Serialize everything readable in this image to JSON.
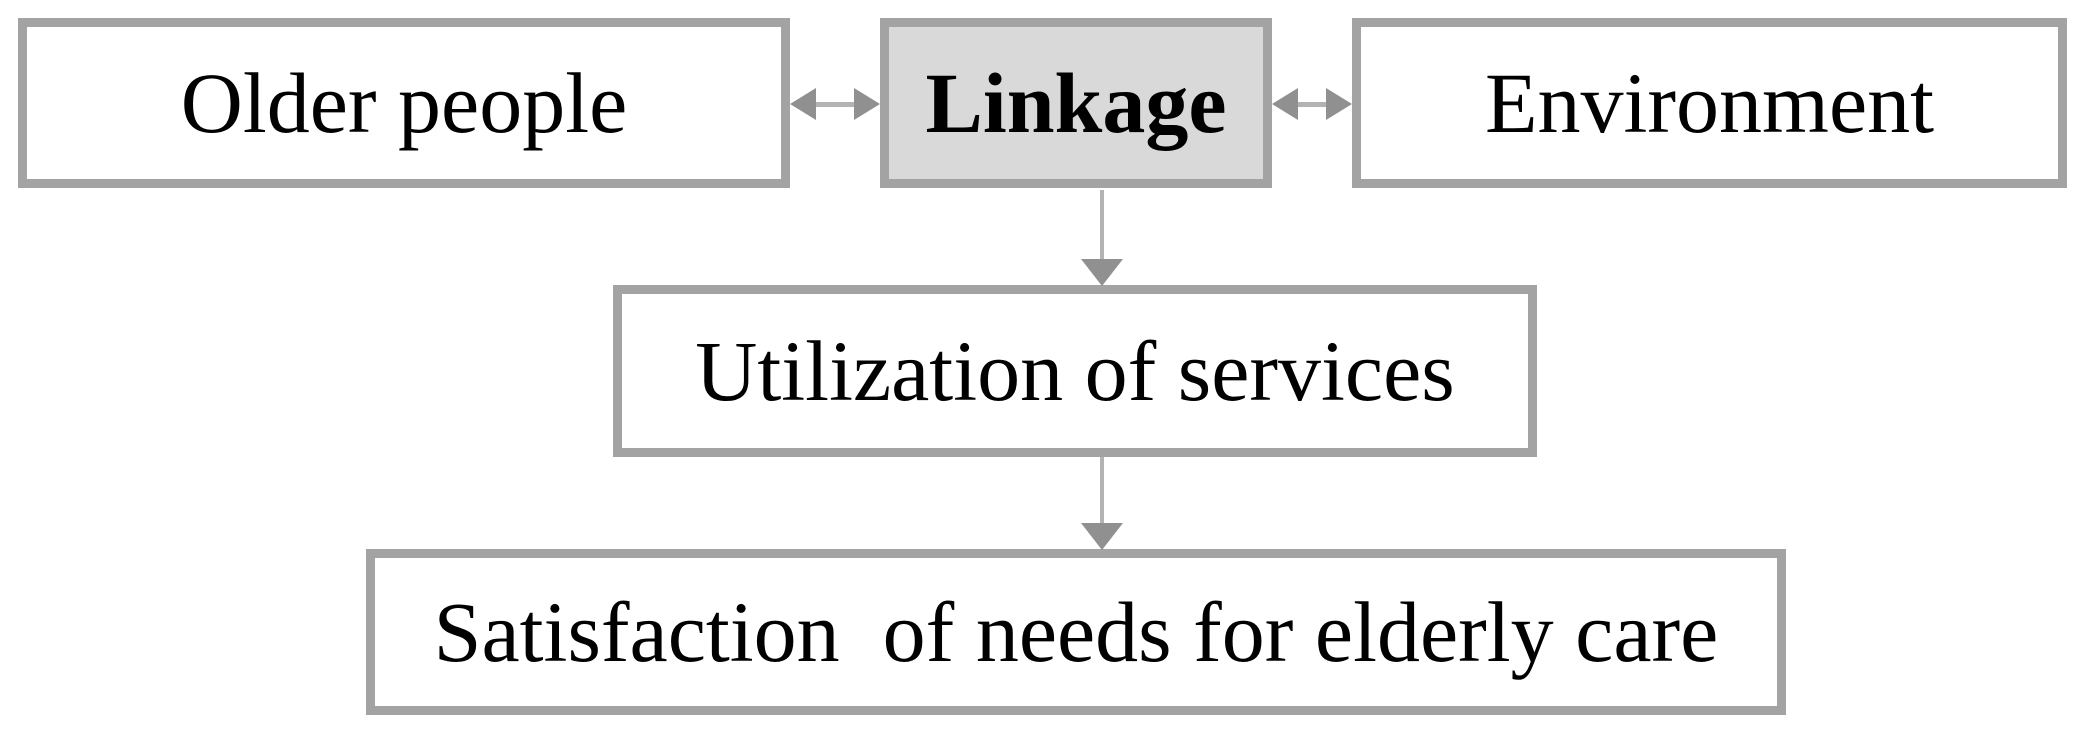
{
  "diagram": {
    "description": "Concept model linking older people and environment through linkage to service utilization and satisfaction of elderly care needs",
    "nodes": {
      "older_people": {
        "label": "Older people"
      },
      "linkage": {
        "label": "Linkage"
      },
      "environment": {
        "label": "Environment"
      },
      "utilization": {
        "label": "Utilization of services"
      },
      "satisfaction": {
        "label": "Satisfaction  of needs for elderly care"
      }
    },
    "edges": [
      {
        "from": "older_people",
        "to": "linkage",
        "type": "bidirectional"
      },
      {
        "from": "linkage",
        "to": "environment",
        "type": "bidirectional"
      },
      {
        "from": "linkage",
        "to": "utilization",
        "type": "directed-down"
      },
      {
        "from": "utilization",
        "to": "satisfaction",
        "type": "directed-down"
      }
    ],
    "colors": {
      "background": "#ffffff",
      "box_fill": "#ffffff",
      "linkage_fill": "#d9d9d9",
      "box_border": "#a3a3a3",
      "arrow_line": "#b3b3b3",
      "arrow_head": "#909090",
      "text": "#000000"
    }
  }
}
